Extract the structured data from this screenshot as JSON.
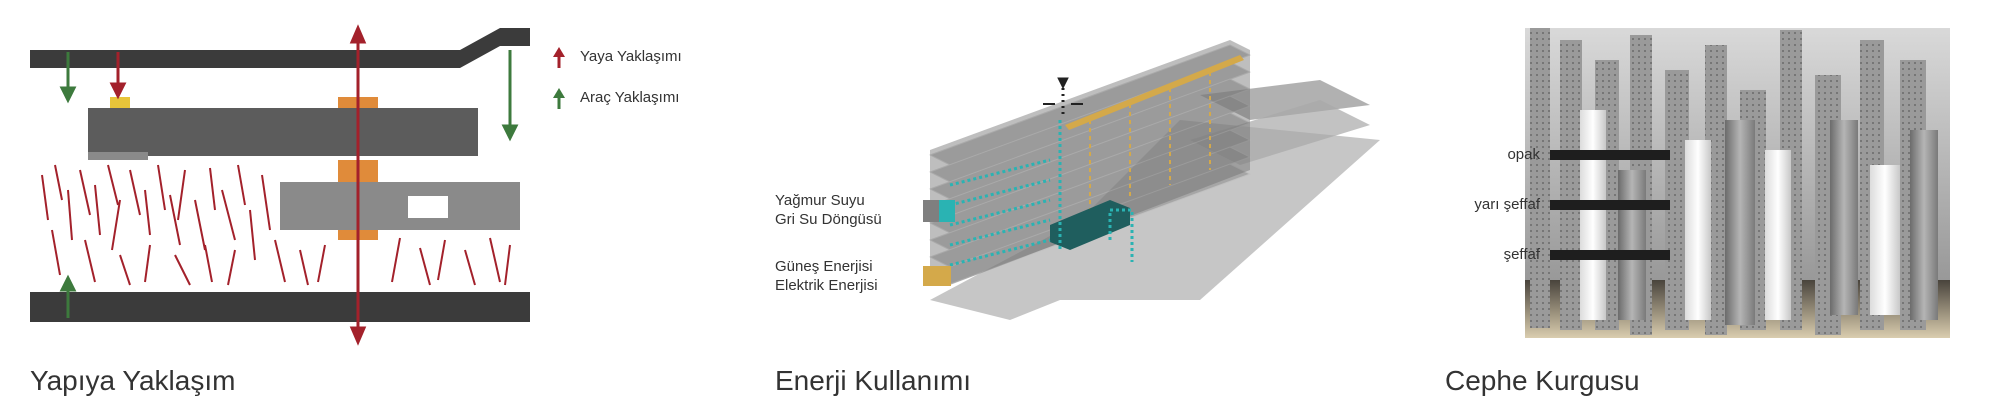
{
  "panels": [
    {
      "caption": "Yapıya Yaklaşım",
      "legend": [
        {
          "label": "Yaya Yaklaşımı",
          "color": "#a3212b"
        },
        {
          "label": "Araç Yaklaşımı",
          "color": "#3d7a3d"
        }
      ]
    },
    {
      "caption": "Enerji Kullanımı",
      "legend": [
        {
          "line1": "Yağmur Suyu",
          "line2": "Gri Su Döngüsü",
          "colors": [
            "#7f7f7f",
            "#2ab3b3"
          ]
        },
        {
          "line1": "Güneş Enerjisi",
          "line2": "Elektrik Enerjisi",
          "colors": [
            "#d4a94a"
          ]
        }
      ]
    },
    {
      "caption": "Cephe Kurgusu",
      "labels": [
        "opak",
        "yarı şeffaf",
        "şeffaf"
      ]
    }
  ],
  "colors": {
    "road": "#3b3b3b",
    "building": "#5c5c5c",
    "building_light": "#8a8a8a",
    "pedestrian": "#a3212b",
    "vehicle": "#3d7a3d",
    "orange": "#e08b3a",
    "yellow": "#e8c53a",
    "teal": "#2ab3b3"
  }
}
